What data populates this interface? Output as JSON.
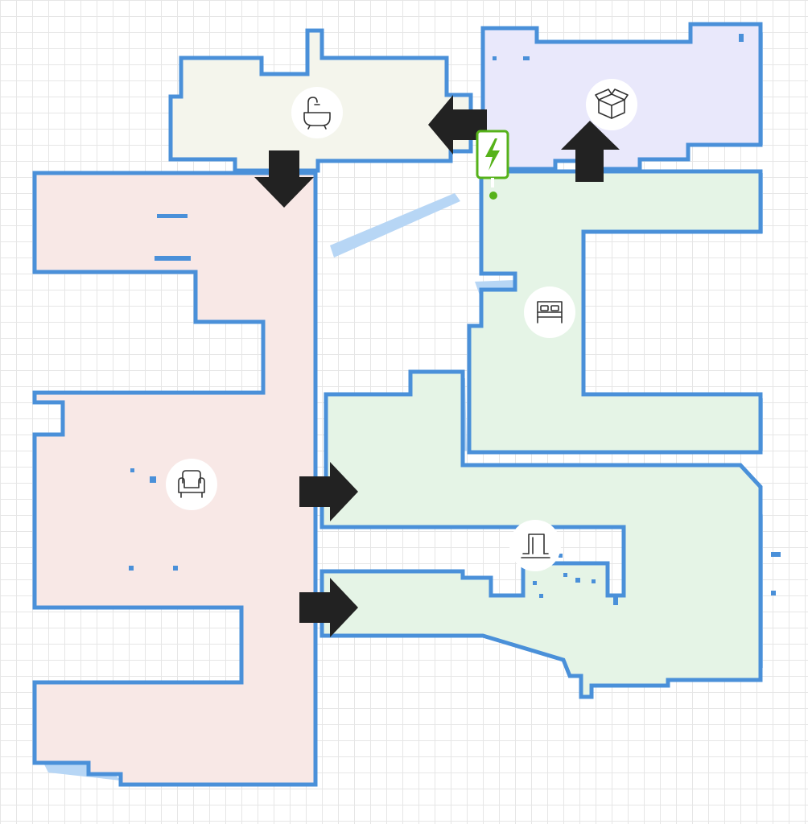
{
  "map": {
    "rooms": [
      {
        "name": "bathroom",
        "icon": "bathtub-icon",
        "fill_color": "#f4f5ec"
      },
      {
        "name": "storage",
        "icon": "box-icon",
        "fill_color": "#e9e8fb"
      },
      {
        "name": "living-room",
        "icon": "armchair-icon",
        "fill_color": "#f8e8e6"
      },
      {
        "name": "bedroom",
        "icon": "bed-icon",
        "fill_color": "#e5f4e6"
      },
      {
        "name": "entrance",
        "icon": "door-icon",
        "fill_color": "#e5f4e6"
      }
    ],
    "wall_color": "#4a90d9",
    "dock": {
      "icon": "charging-dock-icon",
      "color": "#56b21a"
    },
    "arrows": [
      {
        "direction": "left",
        "icon": "arrow-left-icon"
      },
      {
        "direction": "down",
        "icon": "arrow-down-icon"
      },
      {
        "direction": "up",
        "icon": "arrow-up-icon"
      },
      {
        "direction": "right",
        "icon": "arrow-right-icon"
      },
      {
        "direction": "right",
        "icon": "arrow-right-icon"
      }
    ]
  }
}
